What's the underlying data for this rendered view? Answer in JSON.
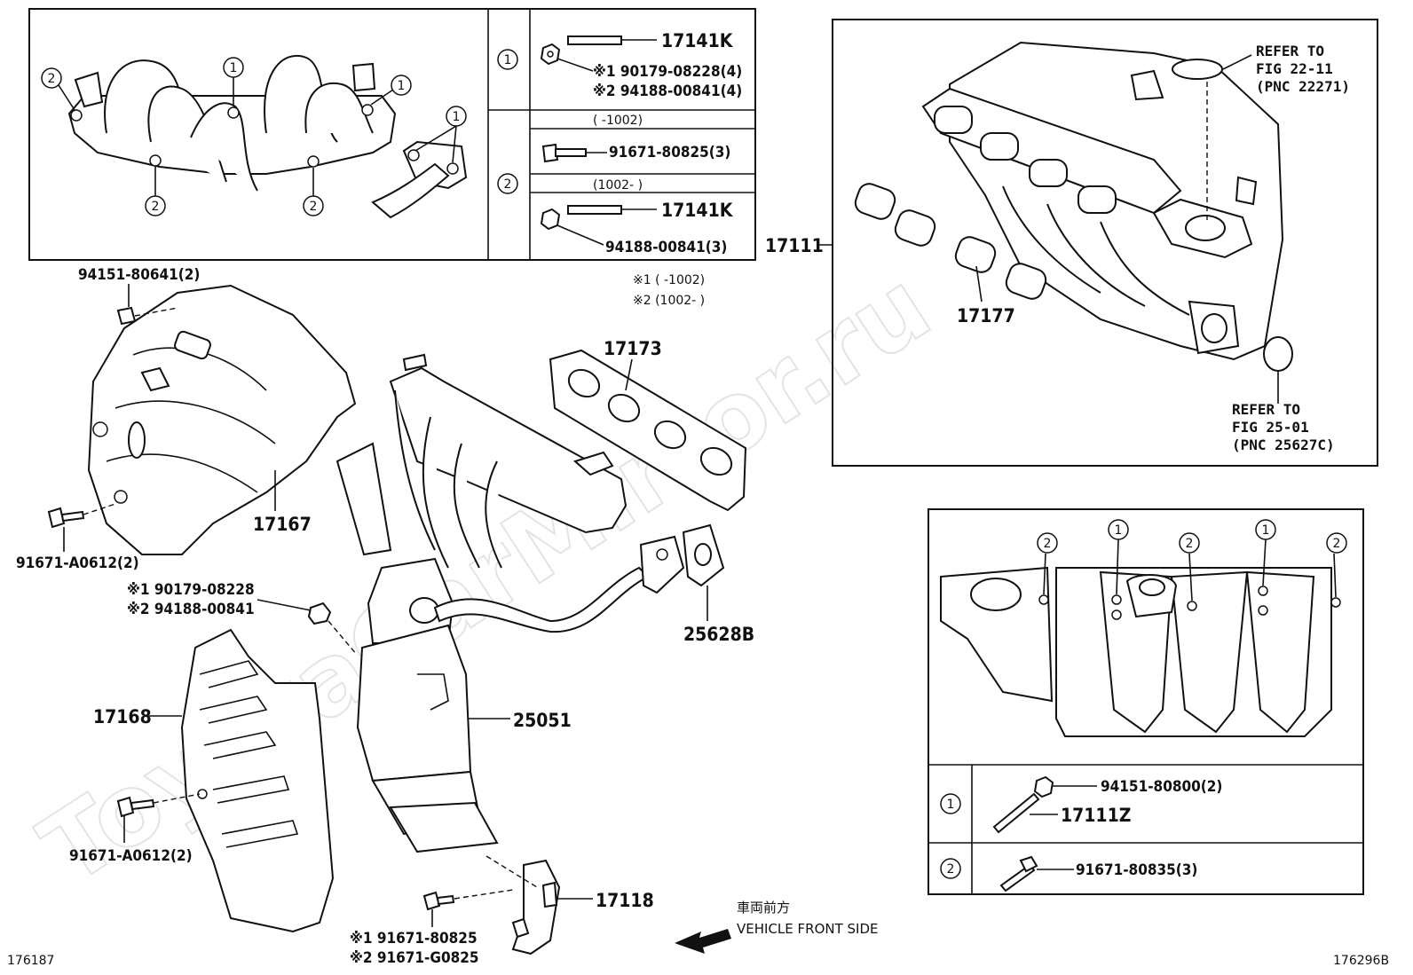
{
  "diagram": {
    "watermark": "ToyotaCarMirror.ru",
    "left_id": "176187",
    "right_id": "176296B",
    "direction": {
      "jp": "車両前方",
      "en": "VEHICLE FRONT SIDE"
    },
    "top_table": {
      "row1_id": "1",
      "row1_part": "17141K",
      "row1_note1": "※1 90179-08228(4)",
      "row1_note2": "※2 94188-00841(4)",
      "row2_id": "2",
      "row2a_range": "(      -1002)",
      "row2a_part": "91671-80825(3)",
      "row2b_range": "(1002-      )",
      "row2b_part": "17141K",
      "row2b_note": "94188-00841(3)"
    },
    "footnote1": "※1 (      -1002)",
    "footnote2": "※2 (1002-      )",
    "parts": {
      "p94151_80641": "94151-80641(2)",
      "p91671_A0612a": "91671-A0612(2)",
      "p17167": "17167",
      "p17173": "17173",
      "p90179": "※1 90179-08228",
      "p94188": "※2 94188-00841",
      "p25628B": "25628B",
      "p17168": "17168",
      "p25051": "25051",
      "p91671_A0612b": "91671-A0612(2)",
      "p17118": "17118",
      "p91671_80825": "※1 91671-80825",
      "p91671_G0825": "※2 91671-G0825",
      "p17111": "17111",
      "p17177": "17177"
    },
    "refer1": {
      "l1": "REFER TO",
      "l2": "FIG 22-11",
      "l3": "(PNC 22271)"
    },
    "refer2": {
      "l1": "REFER TO",
      "l2": "FIG 25-01",
      "l3": "(PNC 25627C)"
    },
    "bottom_table": {
      "row1_id": "1",
      "row1_a": "94151-80800(2)",
      "row1_b": "17111Z",
      "row2_id": "2",
      "row2_a": "91671-80835(3)"
    },
    "callout_1": "1",
    "callout_2": "2"
  }
}
